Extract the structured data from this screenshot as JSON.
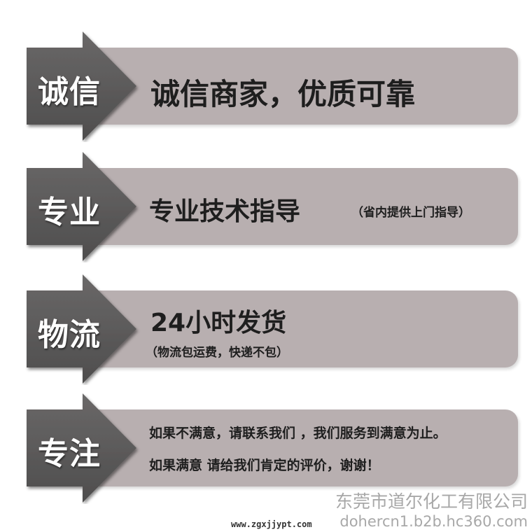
{
  "rows": [
    {
      "tag": "诚信",
      "title": "诚信商家，优质可靠"
    },
    {
      "tag": "专业",
      "title": "专业技术指导",
      "note": "（省内提供上门指导）"
    },
    {
      "tag": "物流",
      "title": "24小时发货",
      "note": "（物流包运费，快递不包）"
    },
    {
      "tag": "专注",
      "line1": "如果不满意，请联系我们 ，我们服务到满意为止。",
      "line2": "如果满意  请给我们肯定的评价，谢谢！"
    }
  ],
  "footer": {
    "company": "东莞市道尔化工有限公司",
    "site": "dohercn1.b2b.hc360.com",
    "watermark": "www.zgxjjypt.com"
  },
  "colors": {
    "banner": "#b8afb0",
    "arrow": "#5c5b5b"
  }
}
